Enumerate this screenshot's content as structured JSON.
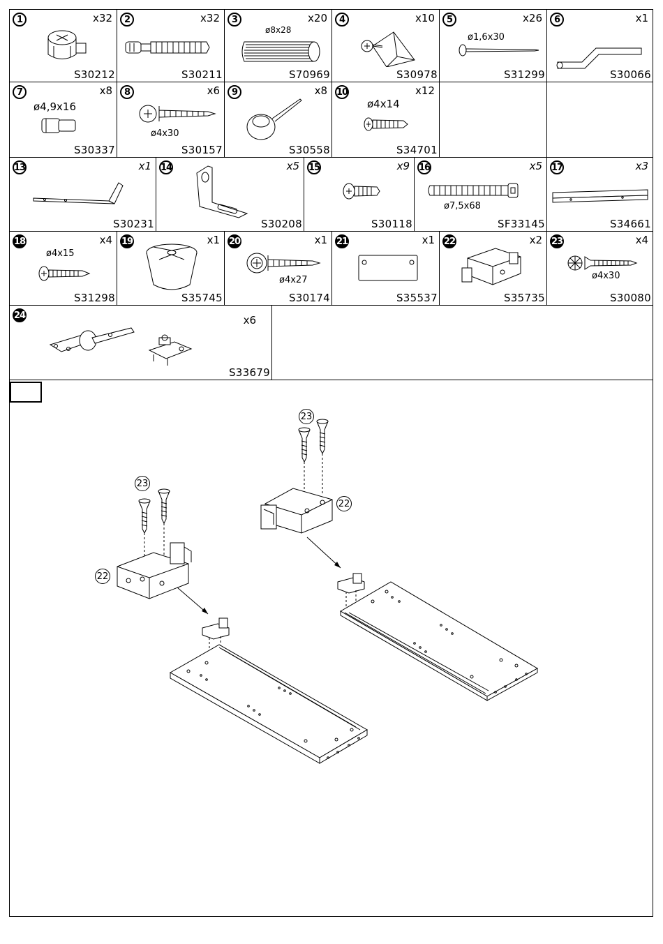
{
  "parts": [
    {
      "num": "1",
      "qty": "x32",
      "code": "S30212"
    },
    {
      "num": "2",
      "qty": "x32",
      "code": "S30211"
    },
    {
      "num": "3",
      "qty": "x20",
      "code": "S70969",
      "dim": "ø8x28"
    },
    {
      "num": "4",
      "qty": "x10",
      "code": "S30978"
    },
    {
      "num": "5",
      "qty": "x26",
      "code": "S31299",
      "dim": "ø1,6x30"
    },
    {
      "num": "6",
      "qty": "x1",
      "code": "S30066"
    },
    {
      "num": "7",
      "qty": "x8",
      "code": "S30337",
      "dim": "ø4,9x16"
    },
    {
      "num": "8",
      "qty": "x6",
      "code": "S30157",
      "dim": "ø4x30"
    },
    {
      "num": "9",
      "qty": "x8",
      "code": "S30558"
    },
    {
      "num": "10",
      "qty": "x12",
      "code": "S34701",
      "dim": "ø4x14"
    },
    {
      "num": "13",
      "qty": "x1",
      "code": "S30231"
    },
    {
      "num": "14",
      "qty": "x5",
      "code": "S30208"
    },
    {
      "num": "15",
      "qty": "x9",
      "code": "S30118"
    },
    {
      "num": "16",
      "qty": "x5",
      "code": "SF33145",
      "dim": "ø7,5x68"
    },
    {
      "num": "17",
      "qty": "x3",
      "code": "S34661"
    },
    {
      "num": "18",
      "qty": "x4",
      "code": "S31298",
      "dim": "ø4x15"
    },
    {
      "num": "19",
      "qty": "x1",
      "code": "S35745"
    },
    {
      "num": "20",
      "qty": "x1",
      "code": "S30174",
      "dim": "ø4x27"
    },
    {
      "num": "21",
      "qty": "x1",
      "code": "S35537"
    },
    {
      "num": "22",
      "qty": "x2",
      "code": "S35735"
    },
    {
      "num": "23",
      "qty": "x4",
      "code": "S30080",
      "dim": "ø4x30"
    },
    {
      "num": "24",
      "qty": "x6",
      "code": "S33679"
    }
  ],
  "assembly": {
    "callout_screw": "23",
    "callout_latch": "22"
  }
}
